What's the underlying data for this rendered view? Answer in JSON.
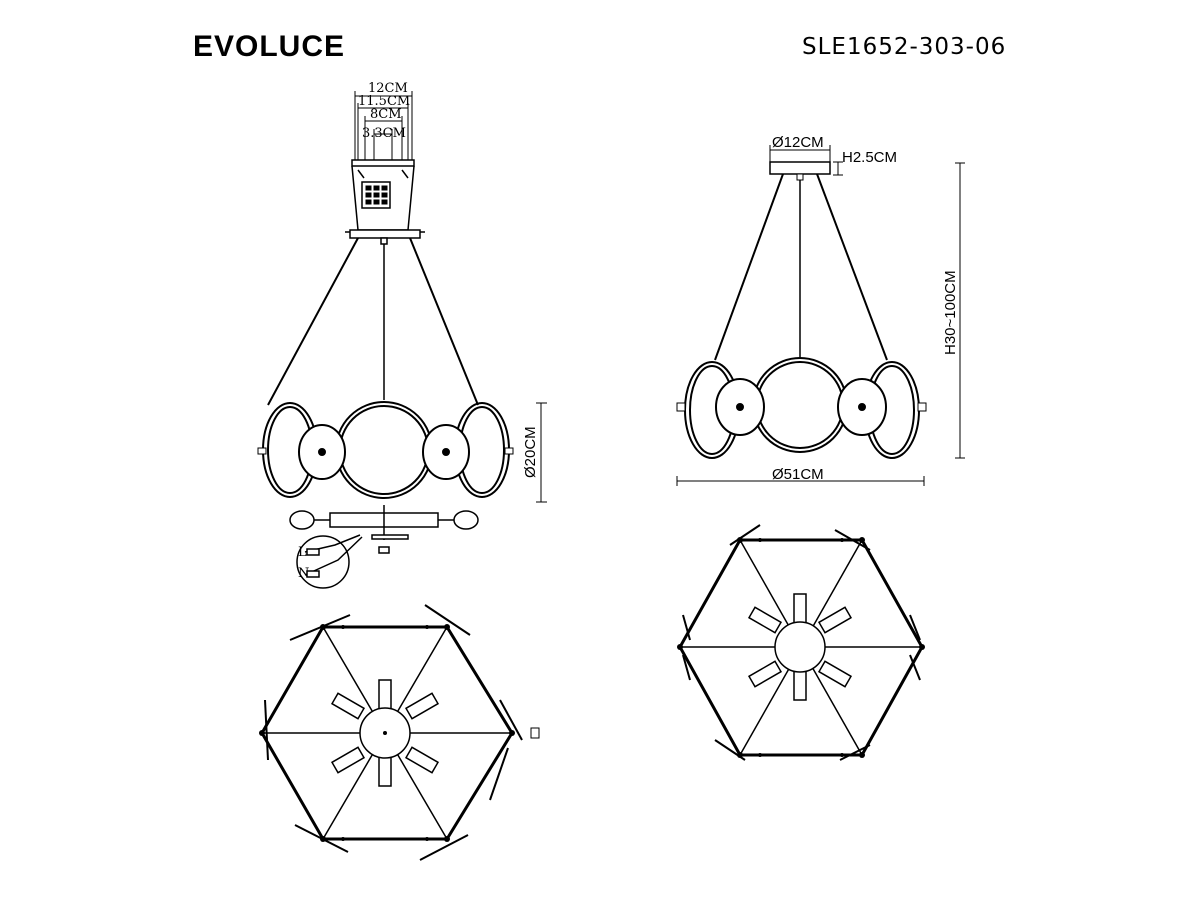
{
  "header": {
    "brand": "EVOLUCE",
    "model": "SLE1652-303-06"
  },
  "left_view": {
    "dim_12": "12CM",
    "dim_11_5": "11.5CM",
    "dim_8": "8CM",
    "dim_3_3": "3.3CM",
    "dim_height": "Ø20CM",
    "wiring_L": "L",
    "wiring_N": "N"
  },
  "right_view": {
    "canopy_diameter": "Ø12CM",
    "canopy_height": "H2.5CM",
    "total_height": "H30~100CM",
    "diameter": "Ø51CM"
  }
}
